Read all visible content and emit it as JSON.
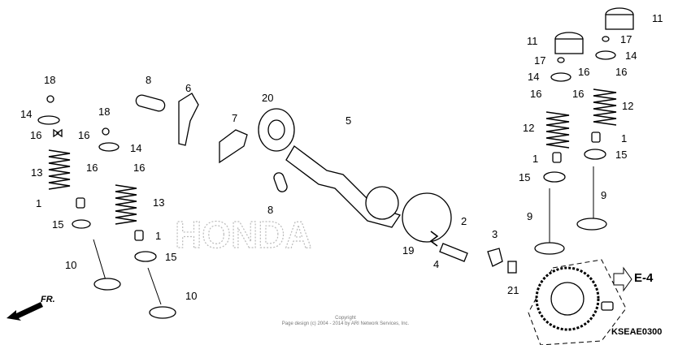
{
  "diagram": {
    "watermark": "HONDA",
    "callouts": {
      "left_valve": [
        "18",
        "14",
        "16",
        "16",
        "13",
        "1",
        "15",
        "10"
      ],
      "left_center": [
        "8",
        "6",
        "18",
        "14",
        "16",
        "16",
        "13",
        "1",
        "15",
        "10"
      ],
      "camshaft": [
        "7",
        "20",
        "5",
        "8",
        "19",
        "2",
        "4",
        "3",
        "21"
      ],
      "right_valve_a": [
        "11",
        "17",
        "14",
        "16",
        "16",
        "12",
        "1",
        "15",
        "9"
      ],
      "right_valve_b": [
        "11",
        "17",
        "14",
        "16",
        "16",
        "12",
        "1",
        "15",
        "9"
      ]
    },
    "direction_label": "FR.",
    "reference_label": "E-4",
    "diagram_code": "KSEAE0300",
    "copyright_line1": "Copyright",
    "copyright_line2": "Page design (c) 2004 - 2014 by ARI Network Services, Inc."
  }
}
